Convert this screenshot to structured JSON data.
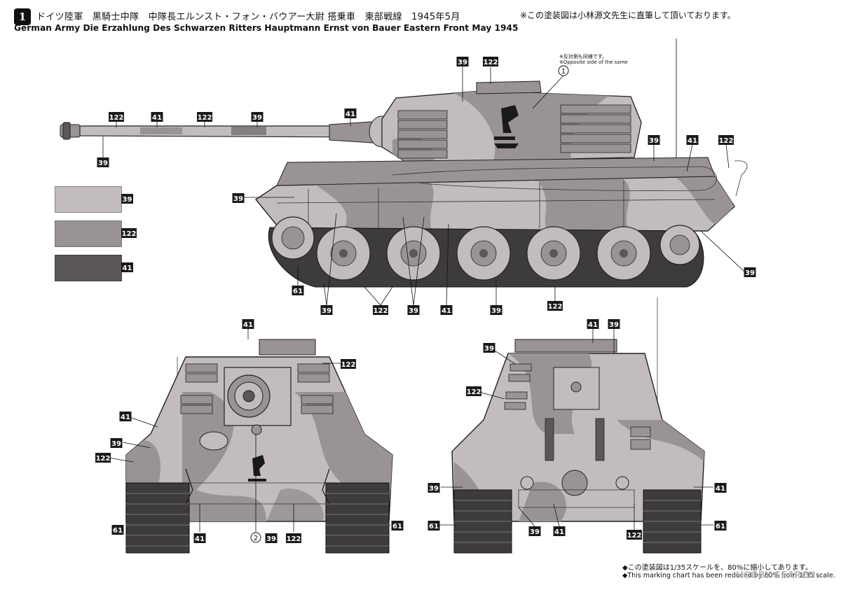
{
  "header": {
    "page_number": "1",
    "title_jp": "ドイツ陸軍　黒騎士中隊　中隊長エルンスト・フォン・バウアー大尉 搭乗車　東部戦線　1945年5月",
    "title_en": "German Army Die Erzahlung Des Schwarzen Ritters Hauptmann Ernst von Bauer Eastern Front May 1945",
    "credit_jp": "※この塗装図は小林源文先生に直筆して頂いております。"
  },
  "legend": {
    "swatches": [
      {
        "code": "39",
        "color": "#c2bcbc"
      },
      {
        "code": "122",
        "color": "#9a9393"
      },
      {
        "code": "41",
        "color": "#5c5757"
      }
    ]
  },
  "note_opposite": {
    "jp": "※反対側も同様です。",
    "en": "※Opposite side of the same",
    "marker": "1"
  },
  "front_marker": "2",
  "codes": {
    "c39": "39",
    "c41": "41",
    "c61": "61",
    "c122": "122"
  },
  "footer": {
    "note_jp": "◆この塗装図は1/35スケールを、80%に縮小してあります。",
    "note_en": "◆This marking chart has been reduced by 80% from 1/35 scale.",
    "watermark": "HOBBY SEARCH"
  },
  "colors": {
    "camo_light": "#c2bcbc",
    "camo_mid": "#9a9393",
    "camo_dark": "#5c5757",
    "track": "#3e3b3b",
    "ink": "#111111"
  }
}
